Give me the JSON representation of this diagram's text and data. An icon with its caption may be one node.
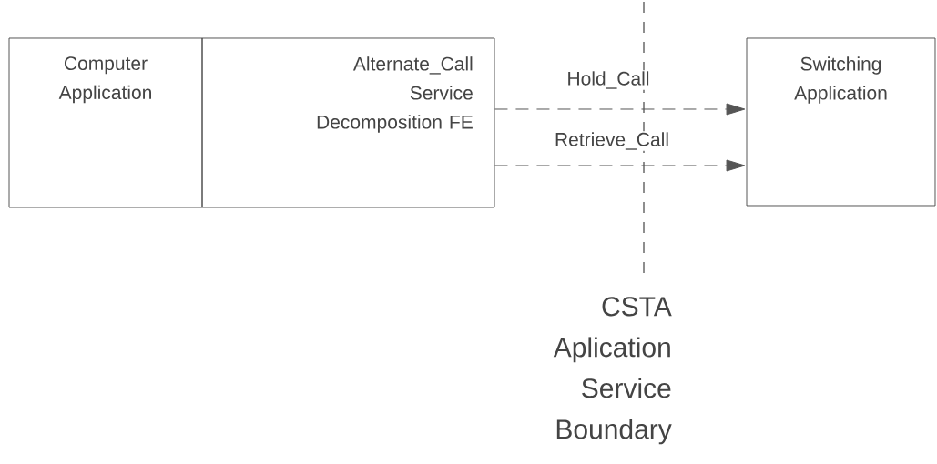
{
  "diagram": {
    "nodes": [
      {
        "text": [
          "Computer Application"
        ]
      },
      {
        "text": [
          "Alternate_Call",
          "Service Decomposition FE"
        ]
      },
      {
        "text": [
          "Switching Application"
        ]
      }
    ],
    "edges": [
      {
        "from": 1,
        "to": 2,
        "arrow": "to",
        "label": "Hold_Call",
        "style": "dashed"
      },
      {
        "from": 1,
        "to": 2,
        "arrow": "to",
        "label": "Retrieve_Call",
        "style": "dashed"
      }
    ],
    "labels": [
      "CSTA Aplication Service Boundary"
    ]
  }
}
